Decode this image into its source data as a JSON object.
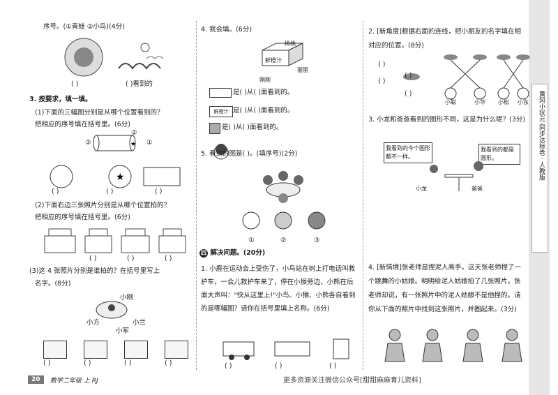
{
  "col1": {
    "top_line": "序号。(①青蛙  ②小鸟)(4分)",
    "pic_blanks": [
      "(      )",
      "(      )看到的"
    ],
    "q3_head": "3. 按要求，填一填。",
    "q3_1_line1": "(1)下面的三幅图分别是从哪个位置看到的？",
    "q3_1_line2": "把相应的序号填在括号里。(6分)",
    "cyl_labels": [
      "③",
      "②",
      "①"
    ],
    "shape_blanks": [
      "(      )",
      "(      )",
      "(      )"
    ],
    "q3_2_line1": "(2)下面右边三张照片分别是从哪个位置拍的？",
    "q3_2_line2": "把相应的序号填在括号里。(6分)",
    "gate_blanks": [
      "(      )",
      "(      )",
      "(      )"
    ],
    "q3_3_line1": "(3)这 4 张照片分别是谁拍的？在括号里写上",
    "q3_3_line2": "名字。(8分)",
    "kids": [
      "小刚",
      "小方",
      "小兰",
      "小军"
    ],
    "panda_blanks": [
      "(      )",
      "(      )",
      "(      )",
      "(      )"
    ]
  },
  "col2": {
    "q4_head": "4. 我会填。(6分)",
    "box_labels": [
      "桃桃",
      "鲜橙汁",
      "丽丽",
      "刚刚"
    ],
    "fill1": "是(          )从(          )面看到的。",
    "fill2_tag": "鲜橙汁",
    "fill2": "是(          )从(          )面看到的。",
    "fill3": "是(          )从(          )面看到的。",
    "q5": "5.      看到的图是(      )。(填序号)(2分)",
    "monkey_nums": [
      "①",
      "②",
      "③"
    ],
    "sec_badge": "四",
    "sec_title": "解决问题。(20分)",
    "q1_text": "1. 小鹿在运动会上受伤了，小鸟站在树上打电话叫救护车，一会儿救护车来了，停在小猴旁边，小熊在后面大声叫：\"快从这里上!\"小鸟、小猴、小熊各自看到的是哪幅图？请你在括号里填上名称。(6分)",
    "amb_blanks": [
      "(      )",
      "(      )",
      "(      )"
    ]
  },
  "col3": {
    "q2_text": "2. [新角度]根据右面的连线，把小朋友的名字填在相对应的位置。(8分)",
    "dolphin_blanks": [
      "(      )",
      "(      )",
      "(      )",
      "(      )"
    ],
    "kid_names": [
      "小聪",
      "小华",
      "小松",
      "小东"
    ],
    "q3_text": "3. 小龙和爸爸看到的图形不同，这是为什么呢？(3分)",
    "bubble_left": "我看到的今个图形都不一样。",
    "bubble_right": "我看到的都是圆形。",
    "name_left": "小龙",
    "name_right": "爸爸",
    "q4_text": "4. [新情境]张老师是捏泥人高手。这天张老师捏了一个跳舞的小姑娘。明明给泥人姑娘拍了几张照片，张老师却说，有一张照片中的泥人姑娘不是他捏的。请你从下面的照片中找到这张照片，并圈起来。(3分)"
  },
  "strip_text": "黄冈小状元·同步达标卷 · 人教版",
  "footer": {
    "page_no": "20",
    "book": "数学二年级  上  RJ",
    "ad": "更多资源关注微信公众号[甜甜麻麻育儿资料]"
  }
}
